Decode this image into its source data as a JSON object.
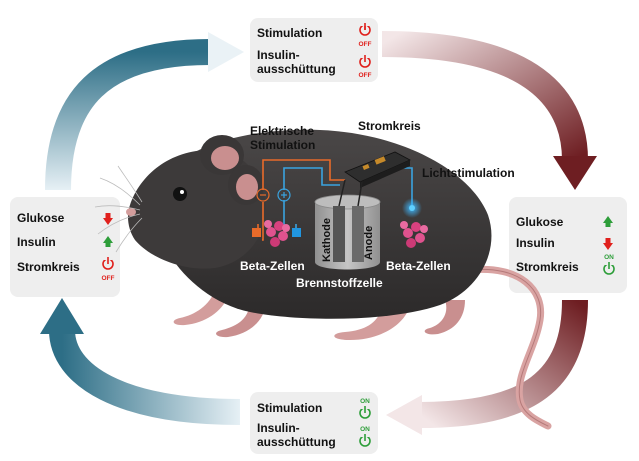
{
  "colors": {
    "off": "#e0201c",
    "on": "#2e9e3a",
    "arrow_teal": "#2d6e86",
    "arrow_maroon": "#6e1e22",
    "box": "#eeeeee",
    "mouse": "#3a3838"
  },
  "top_box": {
    "row1": {
      "label": "Stimulation",
      "state": "OFF"
    },
    "row2": {
      "line1": "Insulin-",
      "line2": "ausschüttung",
      "state": "OFF"
    }
  },
  "bottom_box": {
    "row1": {
      "label": "Stimulation",
      "state": "ON"
    },
    "row2": {
      "line1": "Insulin-",
      "line2": "ausschüttung",
      "state": "ON"
    }
  },
  "left_box": {
    "glucose": "Glukose",
    "insulin": "Insulin",
    "circuit": "Stromkreis",
    "circuit_state": "OFF"
  },
  "right_box": {
    "glucose": "Glukose",
    "insulin": "Insulin",
    "circuit": "Stromkreis",
    "circuit_state": "ON"
  },
  "labels": {
    "electric_line1": "Elektrische",
    "electric_line2": "Stimulation",
    "circuit": "Stromkreis",
    "light": "Lichtstimulation",
    "cathode": "Kathode",
    "anode": "Anode",
    "beta_left": "Beta-Zellen",
    "beta_right": "Beta-Zellen",
    "fuel_cell": "Brennstoffzelle",
    "minus": "⊖",
    "plus": "⊕"
  }
}
